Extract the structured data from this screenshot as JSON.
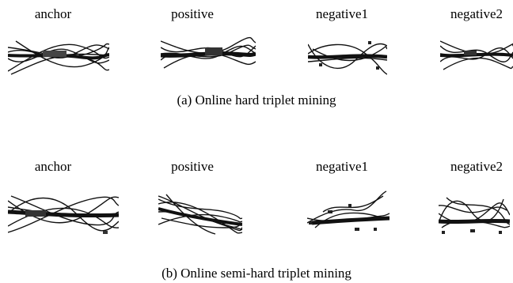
{
  "rows": [
    {
      "labels": [
        "anchor",
        "positive",
        "negative1",
        "negative2"
      ],
      "caption": "(a) Online hard triplet mining"
    },
    {
      "labels": [
        "anchor",
        "positive",
        "negative1",
        "negative2"
      ],
      "caption": "(b) Online semi-hard triplet mining"
    }
  ]
}
